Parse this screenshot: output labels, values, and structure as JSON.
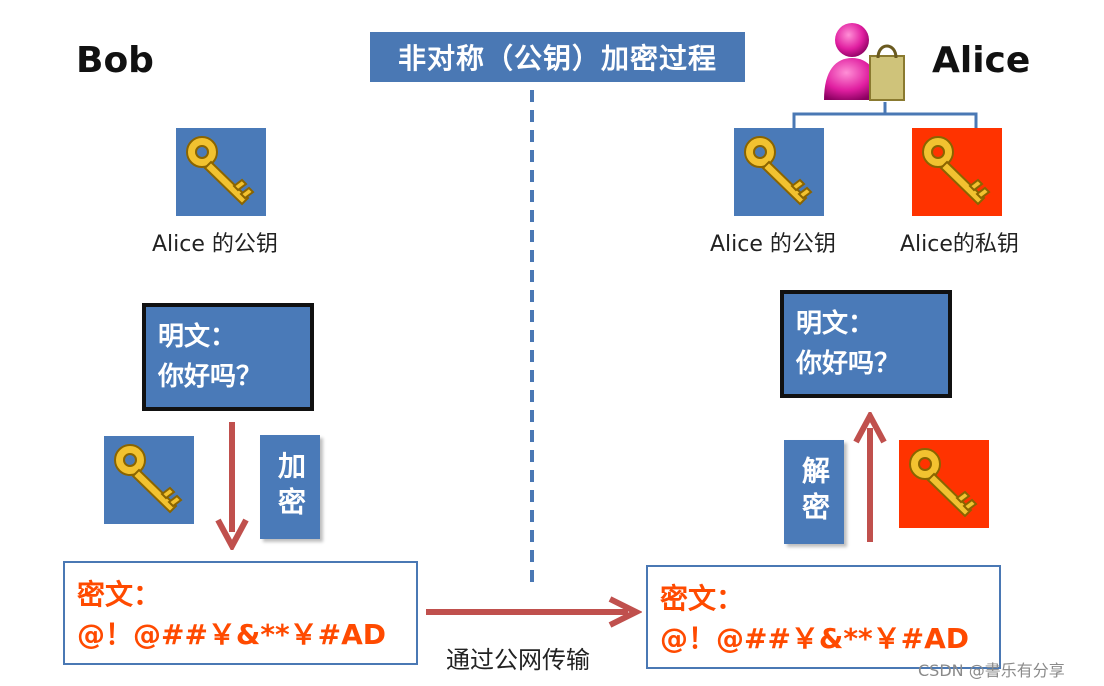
{
  "title": "非对称（公钥）加密过程",
  "bob": {
    "name": "Bob",
    "pubkey_caption": "Alice 的公钥",
    "plaintext_label": "明文：",
    "plaintext_value": "你好吗？",
    "encrypt_label": "加密",
    "ciphertext_label": "密文：",
    "ciphertext_value": "@！@##￥&**￥#AD"
  },
  "alice": {
    "name": "Alice",
    "pubkey_caption": "Alice 的公钥",
    "privkey_caption": "Alice的私钥",
    "plaintext_label": "明文：",
    "plaintext_value": "你好吗？",
    "decrypt_label": "解密",
    "ciphertext_label": "密文：",
    "ciphertext_value": "@！@##￥&**￥#AD"
  },
  "transmit_label": "通过公网传输",
  "watermark": "CSDN @書乐有分享",
  "colors": {
    "title_bg": "#4a78b4",
    "public_key_bg": "#4a7ab8",
    "private_key_bg": "#ff3300",
    "cipher_text": "#ff4a00",
    "arrow": "#c0504d",
    "divider": "#4a78b4"
  }
}
